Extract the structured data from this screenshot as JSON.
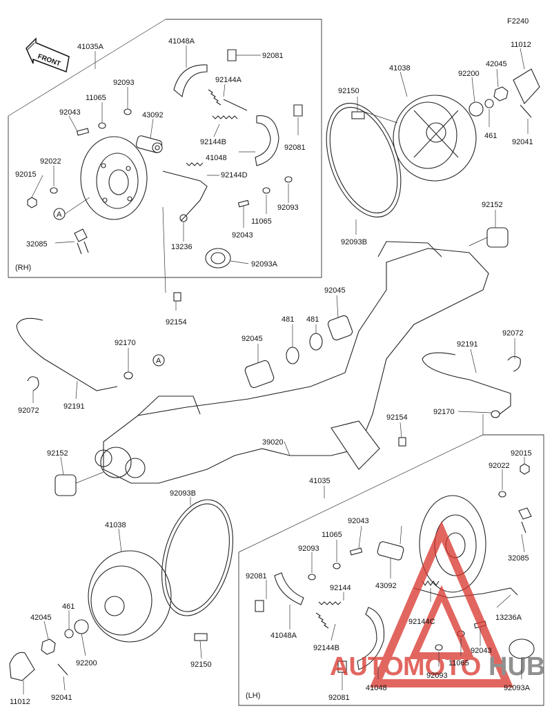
{
  "figure_code": "F2240",
  "front_label": "FRONT",
  "rh_label": "(RH)",
  "lh_label": "(LH)",
  "ref_mark": "A",
  "watermark": {
    "auto": "AUTO",
    "moto": "MOTO",
    "hub": "HUB",
    "color_red": "#d9342b",
    "color_gray": "#6b6b6b"
  },
  "parts": [
    {
      "id": "p41035A",
      "label": "41035A"
    },
    {
      "id": "p41048A",
      "label": "41048A"
    },
    {
      "id": "p92081a",
      "label": "92081"
    },
    {
      "id": "p92144A",
      "label": "92144A"
    },
    {
      "id": "p92093a",
      "label": "92093"
    },
    {
      "id": "p11065a",
      "label": "11065"
    },
    {
      "id": "p92043a",
      "label": "92043"
    },
    {
      "id": "p43092a",
      "label": "43092"
    },
    {
      "id": "p92144B_rh",
      "label": "92144B"
    },
    {
      "id": "p92081b",
      "label": "92081"
    },
    {
      "id": "p41048",
      "label": "41048"
    },
    {
      "id": "p92144D",
      "label": "92144D"
    },
    {
      "id": "p92022a",
      "label": "92022"
    },
    {
      "id": "p92015a",
      "label": "92015"
    },
    {
      "id": "p92093b",
      "label": "92093"
    },
    {
      "id": "p11065b",
      "label": "11065"
    },
    {
      "id": "p92043b",
      "label": "92043"
    },
    {
      "id": "p13236",
      "label": "13236"
    },
    {
      "id": "p32085a",
      "label": "32085"
    },
    {
      "id": "p92093A_rh",
      "label": "92093A"
    },
    {
      "id": "p41038a",
      "label": "41038"
    },
    {
      "id": "p92200a",
      "label": "92200"
    },
    {
      "id": "p42045a",
      "label": "42045"
    },
    {
      "id": "p11012a",
      "label": "11012"
    },
    {
      "id": "p92150a",
      "label": "92150"
    },
    {
      "id": "p461a",
      "label": "461"
    },
    {
      "id": "p92041a",
      "label": "92041"
    },
    {
      "id": "p92093B_rh",
      "label": "92093B"
    },
    {
      "id": "p92152a",
      "label": "92152"
    },
    {
      "id": "p92154a",
      "label": "92154"
    },
    {
      "id": "p92045a",
      "label": "92045"
    },
    {
      "id": "p481a",
      "label": "481"
    },
    {
      "id": "p481b",
      "label": "481"
    },
    {
      "id": "p92045b",
      "label": "92045"
    },
    {
      "id": "p92170a",
      "label": "92170"
    },
    {
      "id": "p92191a",
      "label": "92191"
    },
    {
      "id": "p92072a",
      "label": "92072"
    },
    {
      "id": "p92191b",
      "label": "92191"
    },
    {
      "id": "p92072b",
      "label": "92072"
    },
    {
      "id": "p92170b",
      "label": "92170"
    },
    {
      "id": "p92154b",
      "label": "92154"
    },
    {
      "id": "p92152b",
      "label": "92152"
    },
    {
      "id": "p39020",
      "label": "39020"
    },
    {
      "id": "p41035",
      "label": "41035"
    },
    {
      "id": "p92015b",
      "label": "92015"
    },
    {
      "id": "p92022b",
      "label": "92022"
    },
    {
      "id": "p92093B_lh",
      "label": "92093B"
    },
    {
      "id": "p41038b",
      "label": "41038"
    },
    {
      "id": "p92043c",
      "label": "92043"
    },
    {
      "id": "p11065c",
      "label": "11065"
    },
    {
      "id": "p92093c",
      "label": "92093"
    },
    {
      "id": "p92081c",
      "label": "92081"
    },
    {
      "id": "p43092b",
      "label": "43092"
    },
    {
      "id": "p32085b",
      "label": "32085"
    },
    {
      "id": "p92144",
      "label": "92144"
    },
    {
      "id": "p92144C",
      "label": "92144C"
    },
    {
      "id": "p13236A",
      "label": "13236A"
    },
    {
      "id": "p41048A_lh",
      "label": "41048A"
    },
    {
      "id": "p92144B_lh",
      "label": "92144B"
    },
    {
      "id": "p92043d",
      "label": "92043"
    },
    {
      "id": "p42045b",
      "label": "42045"
    },
    {
      "id": "p461b",
      "label": "461"
    },
    {
      "id": "p92200b",
      "label": "92200"
    },
    {
      "id": "p92150b",
      "label": "92150"
    },
    {
      "id": "p11065d",
      "label": "11065"
    },
    {
      "id": "p92093d",
      "label": "92093"
    },
    {
      "id": "p92081d",
      "label": "92081"
    },
    {
      "id": "p41048_lh",
      "label": "41048"
    },
    {
      "id": "p92093A_lh",
      "label": "92093A"
    },
    {
      "id": "p11012b",
      "label": "11012"
    },
    {
      "id": "p92041b",
      "label": "92041"
    }
  ]
}
